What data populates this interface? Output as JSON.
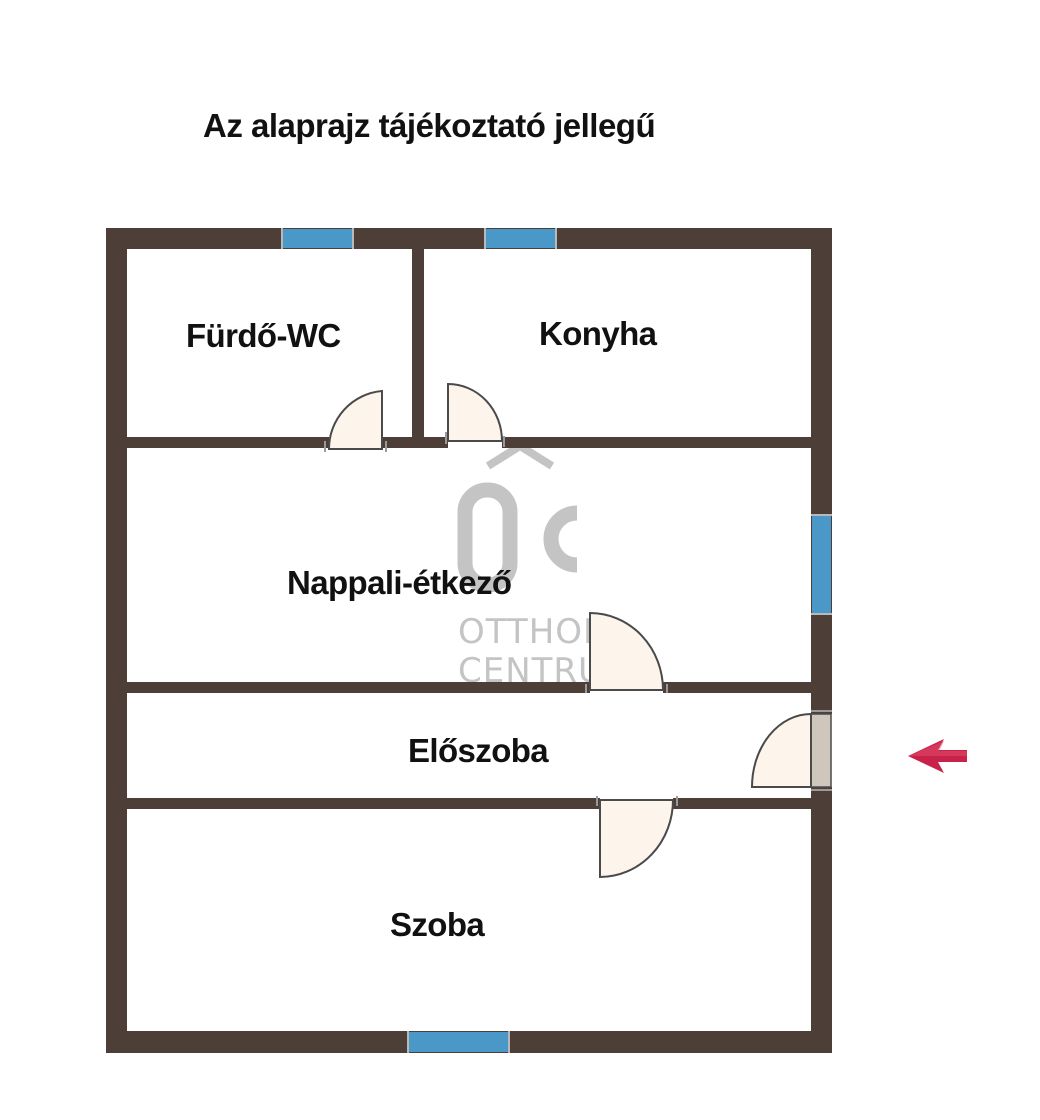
{
  "title": "Az alaprajz tájékoztató jellegű",
  "rooms": {
    "bathroom": "Fürdő-WC",
    "kitchen": "Konyha",
    "living_dining": "Nappali-étkező",
    "hallway": "Előszoba",
    "room": "Szoba"
  },
  "watermark": {
    "logo": "ÔC",
    "line1": "OTTHON",
    "line2": "CENTRUM"
  },
  "colors": {
    "wall": "#4d3f38",
    "window": "#4a98c8",
    "door_fill": "#fdf5ec",
    "entrance_arrow": "#c8224a",
    "watermark": "#c4c4c4"
  },
  "entrance_arrow_icon": "entrance-arrow-icon"
}
